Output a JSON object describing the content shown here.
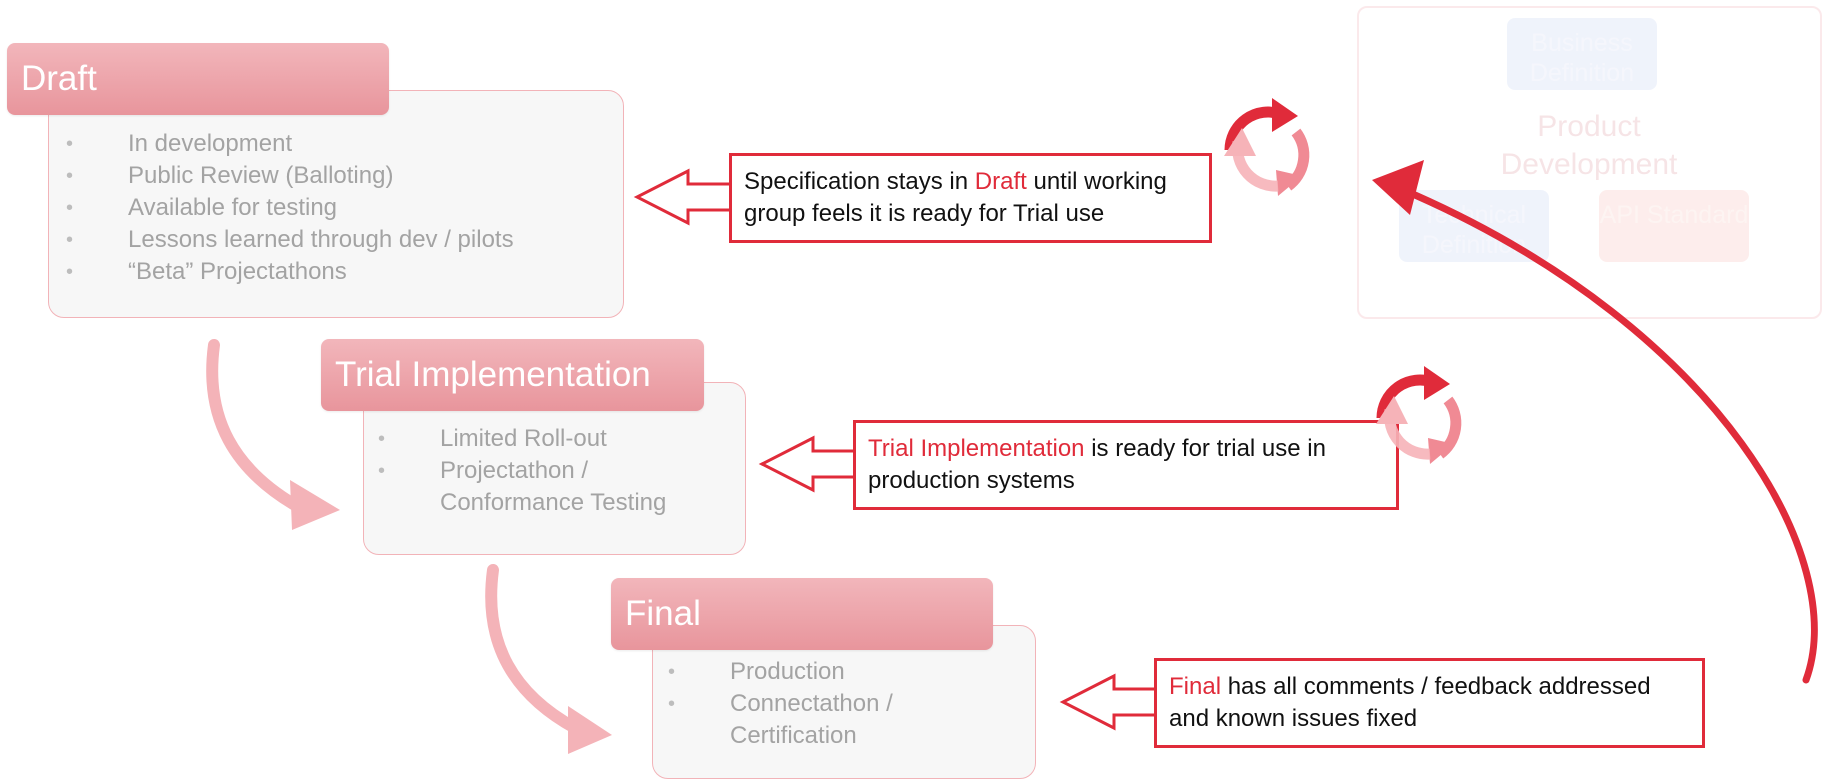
{
  "stages": [
    {
      "title": "Draft",
      "bullets": [
        "In development",
        "Public Review (Balloting)",
        "Available for testing",
        "Lessons learned through dev / pilots",
        "“Beta” Projectathons"
      ]
    },
    {
      "title": "Trial Implementation",
      "bullets": [
        "Limited Roll-out",
        "Projectathon / Conformance Testing"
      ]
    },
    {
      "title": "Final",
      "bullets": [
        "Production",
        "Connectathon / Certification"
      ]
    }
  ],
  "callouts": [
    {
      "highlight": "Draft",
      "pre": "Specification stays in ",
      "post": " until working group feels it is ready for Trial use"
    },
    {
      "highlight": "Trial Implementation",
      "pre": "",
      "post": " is ready for trial use in production systems"
    },
    {
      "highlight": "Final",
      "pre": "",
      "post": " has all comments / feedback addressed and known issues fixed"
    }
  ],
  "background_cycle": {
    "center_label": "Product Development",
    "items": [
      "Business Definition",
      "Technical Definition",
      "API Standard"
    ]
  },
  "colors": {
    "accent_red": "#e02b3a",
    "stage_title": "#e8959c",
    "stage_border": "#f2b3b8",
    "bullet_text": "#a3a3a3"
  }
}
